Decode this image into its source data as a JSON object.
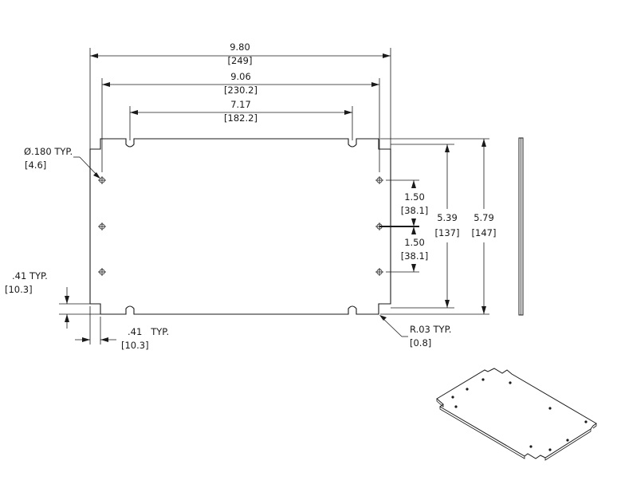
{
  "drawing": {
    "dimensions": {
      "overall_width": {
        "inch": "9.80",
        "mm": "[249]"
      },
      "hole_span_outer": {
        "inch": "9.06",
        "mm": "[230.2]"
      },
      "notch_span": {
        "inch": "7.17",
        "mm": "[182.2]"
      },
      "hole_diameter": {
        "inch": "Ø.180 TYP.",
        "mm": "[4.6]"
      },
      "hole_spacing_upper": {
        "inch": "1.50",
        "mm": "[38.1]"
      },
      "hole_spacing_lower": {
        "inch": "1.50",
        "mm": "[38.1]"
      },
      "inner_height": {
        "inch": "5.39",
        "mm": "[137]"
      },
      "overall_height": {
        "inch": "5.79",
        "mm": "[147]"
      },
      "corner_notch_vertical": {
        "inch": ".41  TYP.",
        "mm": "[10.3]"
      },
      "corner_notch_horizontal": {
        "inch": ".41   TYP.",
        "mm": "[10.3]"
      },
      "corner_radius": {
        "inch": "R.03 TYP.",
        "mm": "[0.8]"
      }
    }
  }
}
